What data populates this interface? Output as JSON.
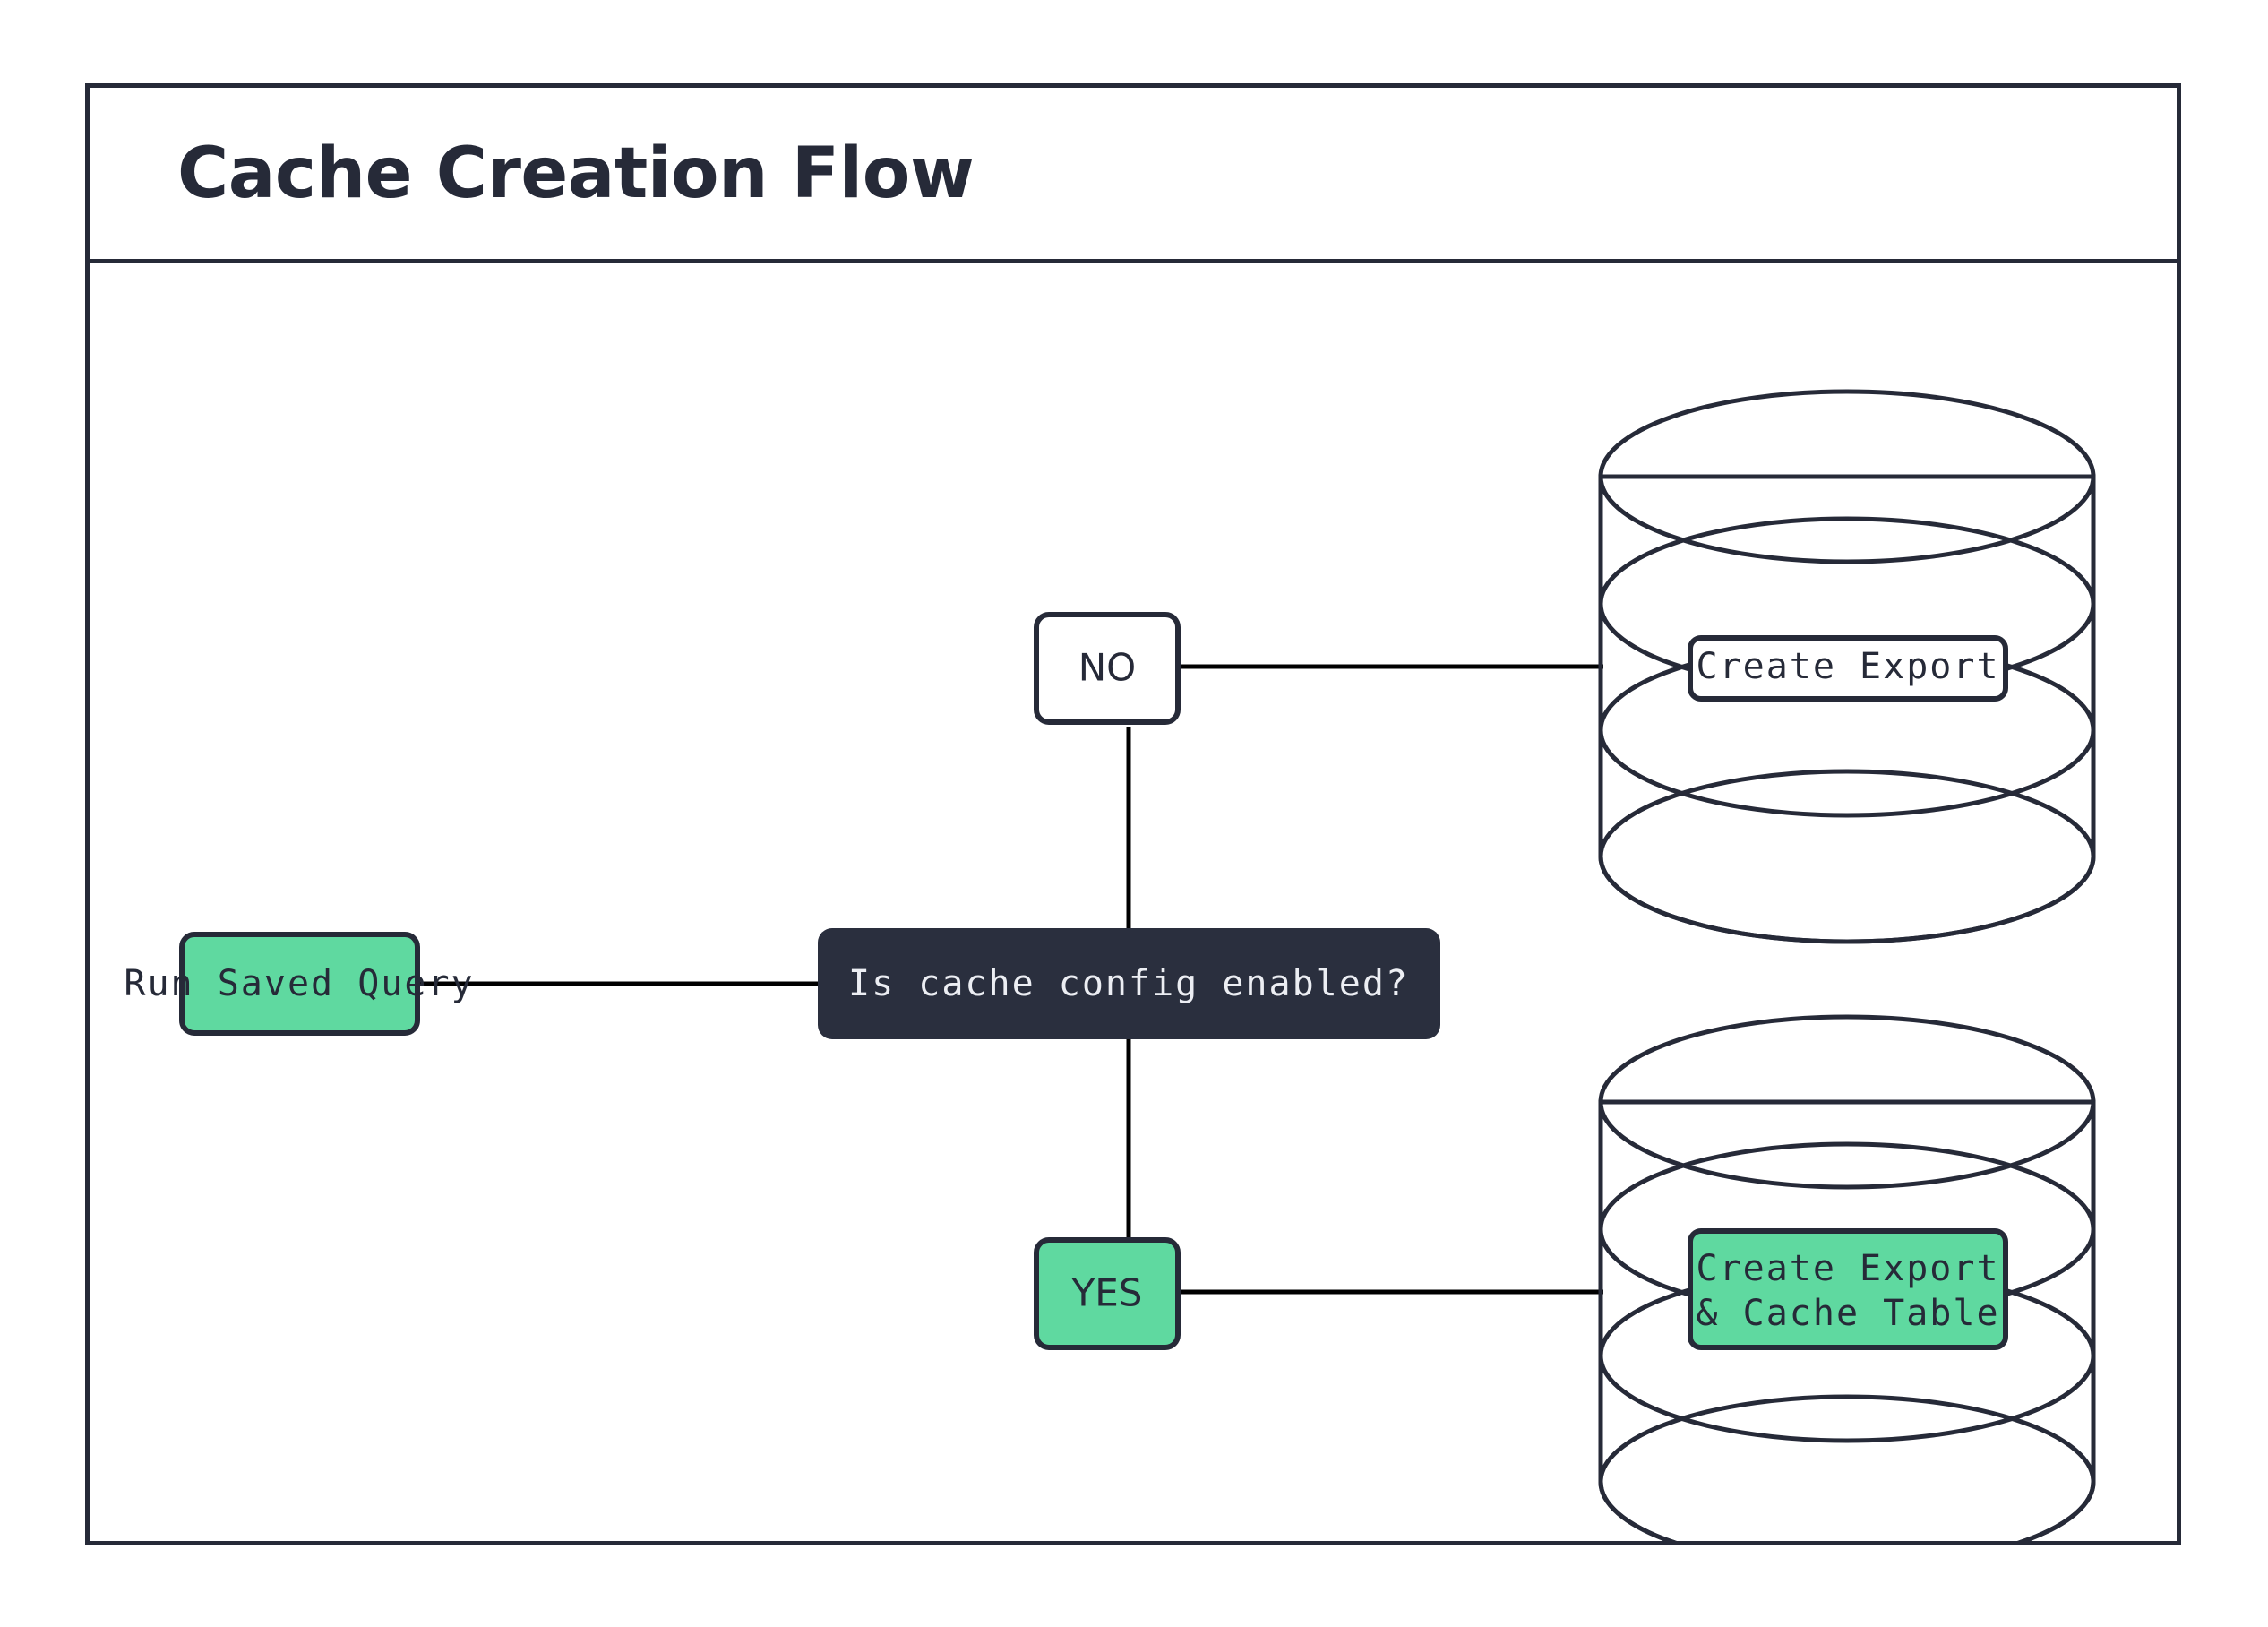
{
  "diagram": {
    "title": "Cache Creation Flow",
    "type": "flowchart",
    "colors": {
      "ink": "#262a38",
      "green": "#5fd9a0",
      "dark_node_fill": "#2a2f3e",
      "white": "#ffffff",
      "edge": "#000000"
    },
    "nodes": [
      {
        "id": "run-saved-query",
        "label": "Run Saved Query",
        "shape": "rounded-rect",
        "fill": "green",
        "text_color": "#262a38",
        "font": "mono"
      },
      {
        "id": "is-cache-config-enabled",
        "label": "Is cache config enabled?",
        "shape": "rounded-rect",
        "fill": "dark",
        "text_color": "#eceef3",
        "font": "mono"
      },
      {
        "id": "branch-no",
        "label": "NO",
        "shape": "rounded-rect",
        "fill": "white",
        "text_color": "#262a38",
        "font": "sans"
      },
      {
        "id": "branch-yes",
        "label": "YES",
        "shape": "rounded-rect",
        "fill": "green",
        "text_color": "#262a38",
        "font": "sans"
      },
      {
        "id": "create-export",
        "label": "Create Export",
        "shape": "database-cylinder",
        "fill": "white",
        "text_color": "#262a38",
        "font": "mono"
      },
      {
        "id": "create-export-cache-table",
        "label_line1": "Create Export",
        "label_line2": "& Cache Table",
        "shape": "database-cylinder",
        "fill": "green",
        "text_color": "#262a38",
        "font": "mono"
      }
    ],
    "edges": [
      {
        "from": "run-saved-query",
        "to": "is-cache-config-enabled",
        "label": ""
      },
      {
        "from": "is-cache-config-enabled",
        "to": "branch-no",
        "label": ""
      },
      {
        "from": "is-cache-config-enabled",
        "to": "branch-yes",
        "label": ""
      },
      {
        "from": "branch-no",
        "to": "create-export",
        "label": ""
      },
      {
        "from": "branch-yes",
        "to": "create-export-cache-table",
        "label": ""
      }
    ]
  }
}
